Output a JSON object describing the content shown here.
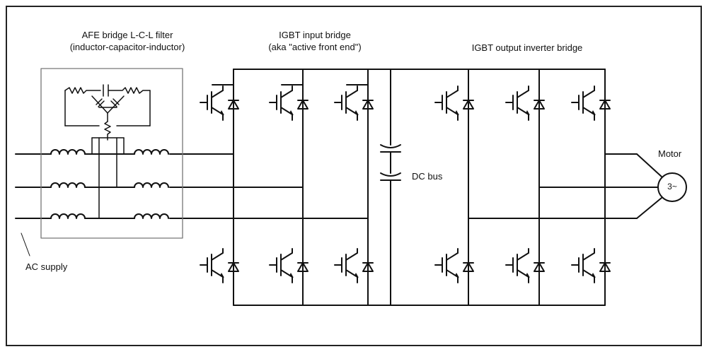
{
  "labels": {
    "filter_line1": "AFE bridge L-C-L filter",
    "filter_line2": "(inductor-capacitor-inductor)",
    "input_line1": "IGBT input bridge",
    "input_line2": "(aka \"active front end\")",
    "output": "IGBT output inverter bridge",
    "dc_bus": "DC bus",
    "motor": "Motor",
    "motor_symbol": "3~",
    "ac_supply": "AC supply"
  }
}
